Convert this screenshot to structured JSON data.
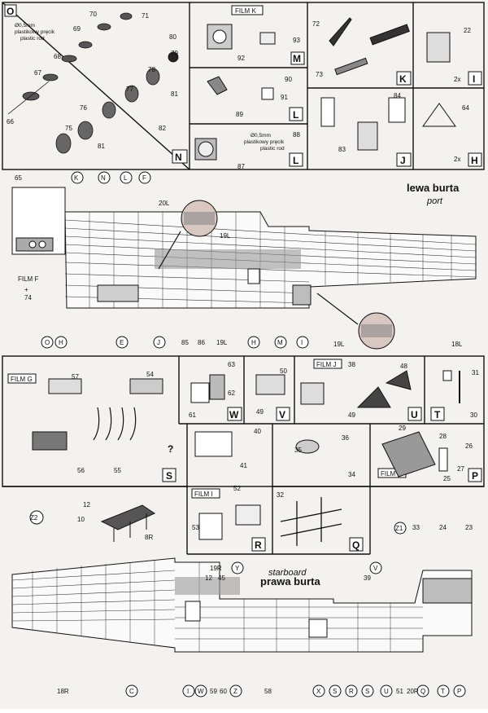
{
  "panels": {
    "O": {
      "letter": "O",
      "parts": [
        "66",
        "67",
        "68",
        "69",
        "70",
        "71"
      ],
      "note1": "Ø0,5mm",
      "note2": "plastikowy pręcik",
      "note3": "plastic rod"
    },
    "N": {
      "letter": "N",
      "parts": [
        "75",
        "76",
        "77",
        "78",
        "79",
        "80",
        "81",
        "82"
      ],
      "extra": "81"
    },
    "M": {
      "letter": "M",
      "film": "FILM K",
      "parts": [
        "92",
        "93"
      ]
    },
    "K": {
      "letter": "K",
      "parts": [
        "72",
        "73"
      ]
    },
    "I": {
      "letter": "I",
      "scale": "2x",
      "parts": [
        "22"
      ]
    },
    "Lk": {
      "letter": "L",
      "parts": [
        "89",
        "90",
        "91"
      ]
    },
    "H": {
      "letter": "H",
      "scale": "2x",
      "parts": [
        "64"
      ]
    },
    "J": {
      "letter": "J",
      "parts": [
        "83",
        "84"
      ]
    },
    "L": {
      "letter": "L",
      "parts": [
        "87",
        "88"
      ],
      "note1": "Ø0,5mm",
      "note2": "plastikowy pręcik",
      "note3": "plastic rod"
    },
    "T": {
      "letter": "T",
      "parts": [
        "30",
        "31"
      ]
    },
    "U": {
      "letter": "U",
      "film": "FILM J",
      "parts": [
        "38",
        "48",
        "49"
      ]
    },
    "V": {
      "letter": "V",
      "parts": [
        "49",
        "50"
      ]
    },
    "W": {
      "letter": "W",
      "parts": [
        "61",
        "62",
        "63"
      ]
    },
    "S": {
      "letter": "S",
      "film": "FILM G",
      "parts": [
        "54",
        "55",
        "56",
        "57"
      ],
      "question": "?"
    },
    "P": {
      "letter": "P",
      "film": "FILM D",
      "parts": [
        "25",
        "26",
        "27",
        "28",
        "29"
      ]
    },
    "Q": {
      "letter": "Q",
      "parts": [
        "32",
        "34",
        "35",
        "36"
      ]
    },
    "R": {
      "letter": "R",
      "film": "FILM I",
      "parts": [
        "40",
        "41",
        "52",
        "53"
      ]
    },
    "Z": {
      "letter": "Z2",
      "parts": [
        "8R",
        "10",
        "12"
      ]
    }
  },
  "port": {
    "title": "lewa burta",
    "subtitle": "port",
    "parts": [
      "20L",
      "19L",
      "18L",
      "19L",
      "65",
      "74"
    ],
    "bottom_letters": [
      "O",
      "H",
      "E",
      "J",
      "85",
      "86",
      "19L",
      "H",
      "M",
      "I",
      "19L",
      "18L"
    ],
    "top_letters": [
      "K",
      "N",
      "L",
      "F"
    ],
    "side_label": "FILM F",
    "side_plus": "+"
  },
  "starboard": {
    "title": "prawa burta",
    "subtitle": "starboard",
    "parts": [
      "19R",
      "45",
      "12",
      "39",
      "23",
      "24",
      "33"
    ],
    "top_letters": [
      "Y",
      "V",
      "Z1"
    ],
    "bottom_letters": [
      "18R",
      "C",
      "I",
      "W",
      "59",
      "60",
      "Z",
      "58",
      "X",
      "S",
      "R",
      "S",
      "U",
      "51",
      "20R",
      "Q",
      "T",
      "P"
    ]
  }
}
